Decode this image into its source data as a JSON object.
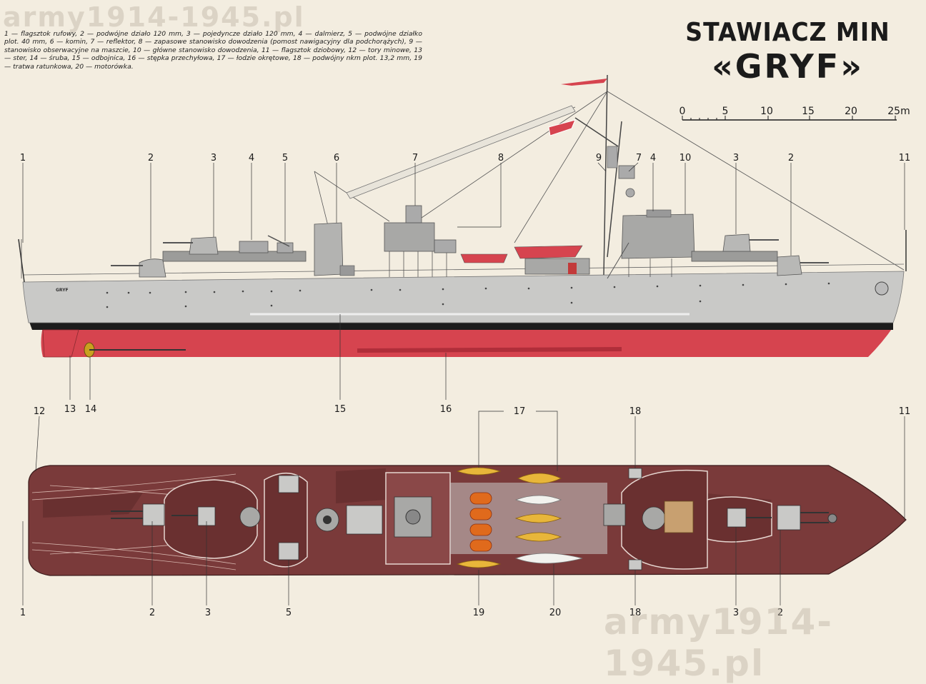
{
  "title": {
    "line1": "STAWIACZ MIN",
    "line2": "«GRYF»"
  },
  "legend": "1 — flagsztok rufowy, 2 — podwójne działo 120 mm, 3 — pojedyncze działo 120 mm, 4 — dalmierz, 5 — podwójne działko plot. 40 mm, 6 — komin, 7 — reflektor, 8 — zapasowe stanowisko dowodzenia (pomost nawigacyjny dla podchorążych), 9 — stanowisko obserwacyjne na maszcie, 10 — główne stanowisko dowodzenia, 11 — flagsztok dziobowy, 12 — tory minowe, 13 — ster, 14 — śruba, 15 — odbojnica, 16 — stępka przechyłowa, 17 — łodzie okrętowe, 18 — podwójny nkm plot. 13,2 mm, 19 — tratwa ratunkowa, 20 — motorówka.",
  "scale_bar": {
    "ticks": [
      "0",
      "5",
      "10",
      "15",
      "20",
      "25m"
    ]
  },
  "hull_name": "GRYF",
  "side_view_callouts": [
    "1",
    "2",
    "3",
    "4",
    "5",
    "6",
    "7",
    "8",
    "9",
    "7",
    "4",
    "10",
    "3",
    "2",
    "11",
    "13",
    "14",
    "15",
    "16"
  ],
  "top_view_callouts": [
    "12",
    "17",
    "18",
    "11",
    "1",
    "2",
    "3",
    "5",
    "19",
    "20",
    "18",
    "3",
    "2"
  ],
  "watermark": {
    "top": "army1914-1945.pl",
    "bottom": "army1914-1945.pl"
  },
  "colors": {
    "paper": "#f3ede0",
    "hull_grey": "#c9c9c7",
    "antifouling_red": "#d6444f",
    "deck_maroon": "#7a3a3a",
    "boot_black": "#1c1c1c",
    "boat_yellow": "#e8b63a",
    "raft_orange": "#e06a1c"
  }
}
